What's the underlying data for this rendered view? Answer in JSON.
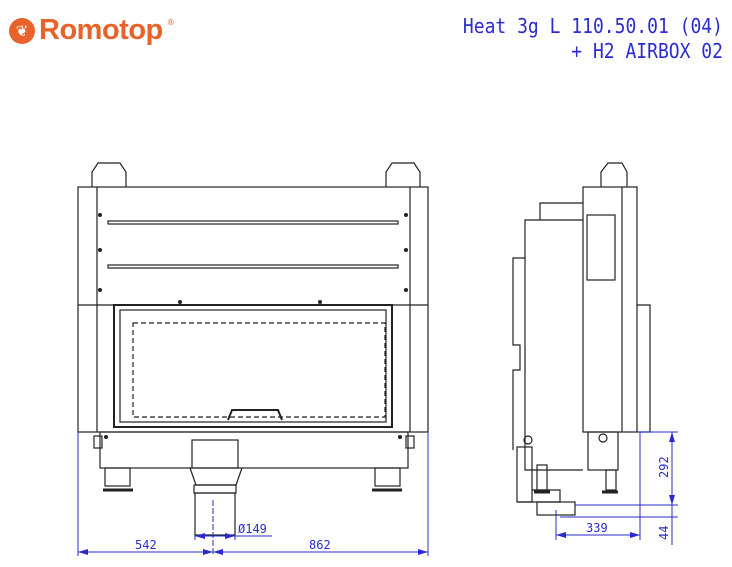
{
  "brand": {
    "name": "Romotop",
    "registered": "®"
  },
  "title": {
    "line1": "Heat 3g L 110.50.01 (04)",
    "line2": "+ H2 AIRBOX 02"
  },
  "dimensions": {
    "left_offset": "542",
    "right_width": "862",
    "flue_diameter": "Ø149",
    "base_height": "292",
    "foot_height": "44",
    "flue_depth": "339"
  },
  "colors": {
    "brand": "#e8632b",
    "dimension": "#2b2bd0",
    "drawing": "#222222"
  }
}
